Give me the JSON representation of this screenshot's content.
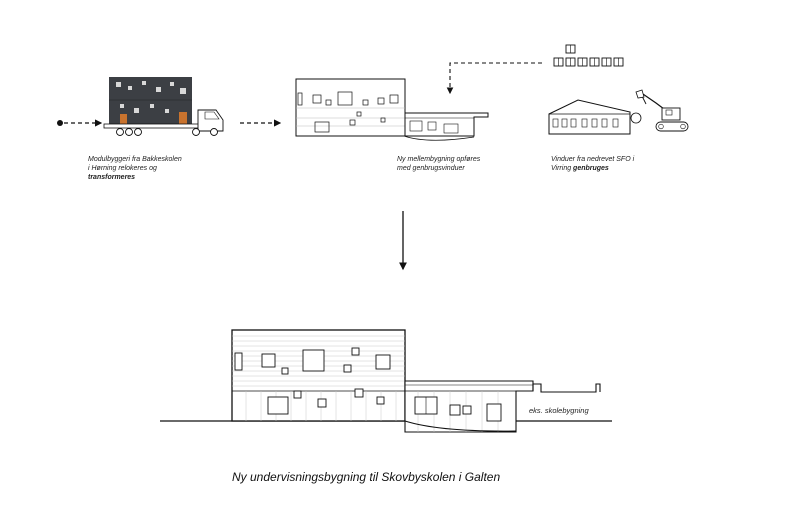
{
  "captions": {
    "step1": {
      "line1": "Modulbyggeri fra Bakkeskolen",
      "line2": "i Hørning relokeres og",
      "line3": "transformeres"
    },
    "step2": {
      "line1": "Ny mellembygning opføres",
      "line2": "med genbrugsvinduer"
    },
    "step3": {
      "line1": "Vinduer fra nedrevet SFO i",
      "line2a": "Virring ",
      "line2b": "genbruges"
    }
  },
  "existing_building_label": "eks. skolebygning",
  "main_title": "Ny undervisningsbygning til Skovbyskolen i Galten",
  "colors": {
    "line": "#111111",
    "module_facade": "#3c3f44",
    "accent_orange": "#c9732e",
    "hatch": "#c8c8c8"
  }
}
